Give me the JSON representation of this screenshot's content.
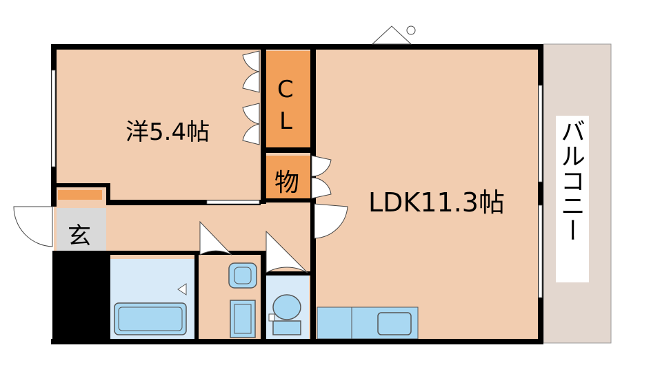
{
  "floorplan": {
    "rooms": {
      "western_room": "洋5.4帖",
      "ldk": "LDK11.3帖",
      "closet_c": "C",
      "closet_l": "L",
      "storage": "物",
      "entrance": "玄",
      "balcony": "バルコニー"
    },
    "colors": {
      "wall": "#000000",
      "floor": "#f2cdb0",
      "closet": "#f2a05a",
      "entrance": "#d9d9d9",
      "balcony": "#e3d7cf",
      "wet_area": "#d8eaf8",
      "fixture": "#a9d8f2"
    }
  }
}
